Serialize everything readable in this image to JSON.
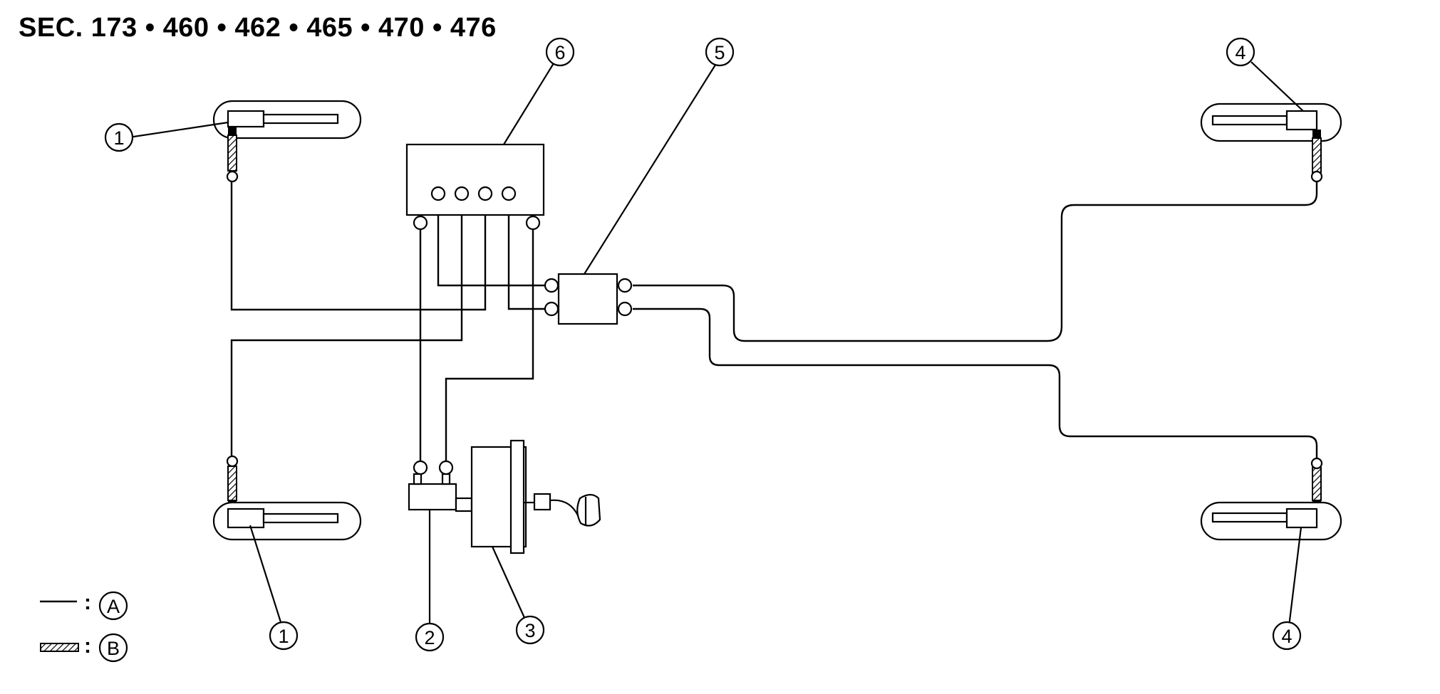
{
  "title": "SEC. 173 • 460 • 462 • 465 • 470 • 476",
  "callouts": {
    "c1_top": "1",
    "c1_bottom": "1",
    "c2": "2",
    "c3": "3",
    "c4_top": "4",
    "c4_bottom": "4",
    "c5": "5",
    "c6": "6"
  },
  "legend": {
    "a": {
      "separator": ":",
      "label": "A",
      "line_style": "solid"
    },
    "b": {
      "separator": ":",
      "label": "B",
      "line_style": "hatched"
    }
  }
}
